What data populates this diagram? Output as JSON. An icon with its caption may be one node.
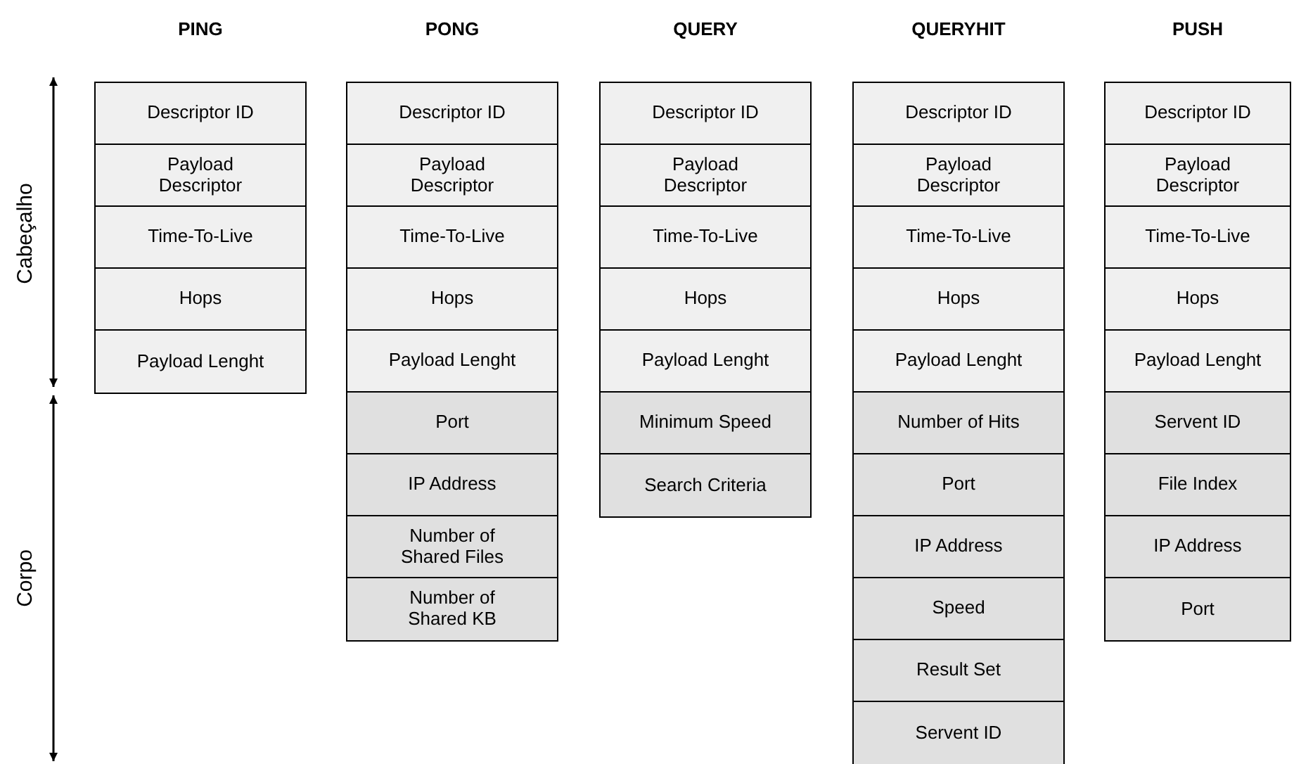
{
  "diagram": {
    "nodes": [
      {
        "text": [
          "PING"
        ]
      },
      {
        "text": [
          "Descriptor ID"
        ],
        "in": 0
      },
      {
        "text": [
          "Payload Descriptor"
        ],
        "in": 0
      },
      {
        "text": [
          "Time-To-Live"
        ],
        "in": 0
      },
      {
        "text": [
          "Hops"
        ],
        "in": 0
      },
      {
        "text": [
          "Payload Lenght"
        ],
        "in": 0
      },
      {
        "text": [
          "PONG"
        ]
      },
      {
        "text": [
          "Descriptor ID"
        ],
        "in": 6
      },
      {
        "text": [
          "Payload Descriptor"
        ],
        "in": 6
      },
      {
        "text": [
          "Time-To-Live"
        ],
        "in": 6
      },
      {
        "text": [
          "Hops"
        ],
        "in": 6
      },
      {
        "text": [
          "Payload Lenght"
        ],
        "in": 6
      },
      {
        "text": [
          "Port"
        ],
        "in": 6
      },
      {
        "text": [
          "IP Address"
        ],
        "in": 6
      },
      {
        "text": [
          "Number of Shared Files"
        ],
        "in": 6
      },
      {
        "text": [
          "Number of Shared KB"
        ],
        "in": 6
      },
      {
        "text": [
          "QUERY"
        ]
      },
      {
        "text": [
          "Descriptor ID"
        ],
        "in": 16
      },
      {
        "text": [
          "Payload Descriptor"
        ],
        "in": 16
      },
      {
        "text": [
          "Time-To-Live"
        ],
        "in": 16
      },
      {
        "text": [
          "Hops"
        ],
        "in": 16
      },
      {
        "text": [
          "Payload Lenght"
        ],
        "in": 16
      },
      {
        "text": [
          "Minimum Speed"
        ],
        "in": 16
      },
      {
        "text": [
          "Search Criteria"
        ],
        "in": 16
      },
      {
        "text": [
          "QUERYHIT"
        ]
      },
      {
        "text": [
          "Descriptor ID"
        ],
        "in": 24
      },
      {
        "text": [
          "Payload Descriptor"
        ],
        "in": 24
      },
      {
        "text": [
          "Time-To-Live"
        ],
        "in": 24
      },
      {
        "text": [
          "Hops"
        ],
        "in": 24
      },
      {
        "text": [
          "Payload Lenght"
        ],
        "in": 24
      },
      {
        "text": [
          "Number of Hits"
        ],
        "in": 24
      },
      {
        "text": [
          "Port"
        ],
        "in": 24
      },
      {
        "text": [
          "IP Address"
        ],
        "in": 24
      },
      {
        "text": [
          "Speed"
        ],
        "in": 24
      },
      {
        "text": [
          "Result Set"
        ],
        "in": 24
      },
      {
        "text": [
          "Servent ID"
        ],
        "in": 24
      },
      {
        "text": [
          "PUSH"
        ]
      },
      {
        "text": [
          "Descriptor ID"
        ],
        "in": 36
      },
      {
        "text": [
          "Payload Descriptor"
        ],
        "in": 36
      },
      {
        "text": [
          "Time-To-Live"
        ],
        "in": 36
      },
      {
        "text": [
          "Hops"
        ],
        "in": 36
      },
      {
        "text": [
          "Payload Lenght"
        ],
        "in": 36
      },
      {
        "text": [
          "Servent ID"
        ],
        "in": 36
      },
      {
        "text": [
          "File Index"
        ],
        "in": 36
      },
      {
        "text": [
          "IP Address"
        ],
        "in": 36
      },
      {
        "text": [
          "Port"
        ],
        "in": 36
      }
    ],
    "labels": [
      "Cabeçalho",
      "Corpo"
    ]
  }
}
